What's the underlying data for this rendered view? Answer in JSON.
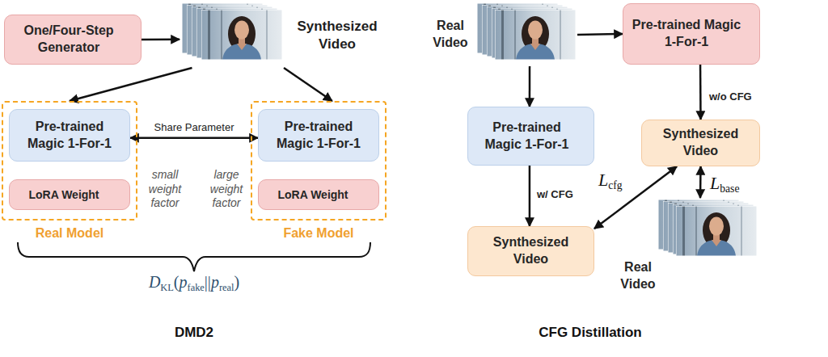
{
  "diagram": {
    "nodes": [
      {
        "text": [
          "One/Four-Step Generator"
        ]
      },
      {
        "text": [
          "Synthesized Video"
        ]
      },
      {
        "text": [
          "Real Model"
        ]
      },
      {
        "text": [
          "Pre-trained Magic 1-For-1"
        ],
        "in": 2
      },
      {
        "text": [
          "LoRA Weight"
        ],
        "in": 2
      },
      {
        "text": [
          "Fake Model"
        ]
      },
      {
        "text": [
          "Pre-trained Magic 1-For-1"
        ],
        "in": 5
      },
      {
        "text": [
          "LoRA Weight"
        ],
        "in": 5
      },
      {
        "text": [
          "Real Video"
        ]
      },
      {
        "text": [
          "Pre-trained Magic 1-For-1"
        ]
      },
      {
        "text": [
          "Pre-trained Magic 1-For-1"
        ]
      },
      {
        "text": [
          "Synthesized Video"
        ]
      },
      {
        "text": [
          "Synthesized Video"
        ]
      },
      {
        "text": [
          "Real Video"
        ]
      }
    ],
    "edges": [
      {
        "from": 0,
        "to": 1,
        "arrow": "to"
      },
      {
        "from": 1,
        "to": 2,
        "arrow": "to"
      },
      {
        "from": 1,
        "to": 5,
        "arrow": "to"
      },
      {
        "from": 3,
        "to": 6,
        "label": "Share Parameter",
        "arrow": "both"
      },
      {
        "from": 8,
        "to": 9,
        "arrow": "to"
      },
      {
        "from": 8,
        "to": 10,
        "arrow": "to"
      },
      {
        "from": 10,
        "to": 11,
        "label": "w/ CFG",
        "arrow": "to"
      },
      {
        "from": 9,
        "to": 12,
        "label": "w/o CFG",
        "arrow": "to"
      },
      {
        "from": 11,
        "to": 12,
        "label": "Lcfg",
        "arrow": "both"
      },
      {
        "from": 12,
        "to": 13,
        "label": "Lbase",
        "arrow": "both"
      }
    ],
    "labels": [
      "small weight factor",
      "large weight factor",
      "DKL(pfake||preal)",
      "DMD2",
      "CFG Distillation"
    ]
  }
}
